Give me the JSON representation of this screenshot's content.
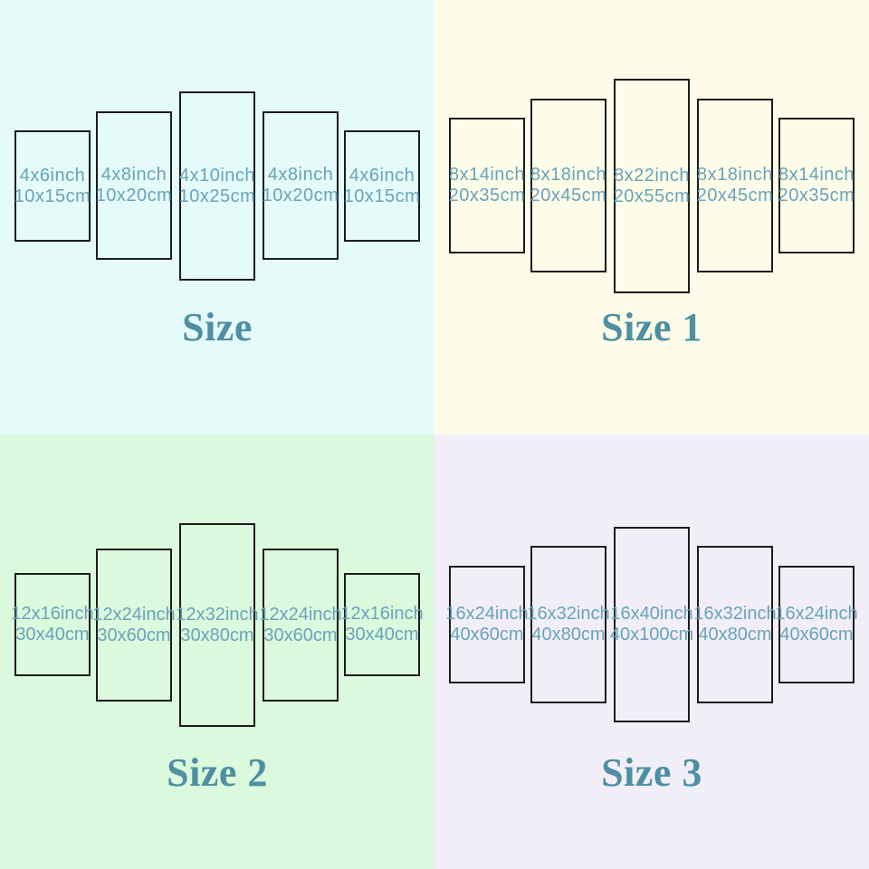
{
  "quadrants": [
    {
      "title": "Size",
      "bg": "#e4fbf9",
      "panels": [
        {
          "line1": "4x6inch",
          "line2": "10x15cm"
        },
        {
          "line1": "4x8inch",
          "line2": "10x20cm"
        },
        {
          "line1": "4x10inch",
          "line2": "10x25cm"
        },
        {
          "line1": "4x8inch",
          "line2": "10x20cm"
        },
        {
          "line1": "4x6inch",
          "line2": "10x15cm"
        }
      ]
    },
    {
      "title": "Size 1",
      "bg": "#fcfce8",
      "panels": [
        {
          "line1": "8x14inch",
          "line2": "20x35cm"
        },
        {
          "line1": "8x18inch",
          "line2": "20x45cm"
        },
        {
          "line1": "8x22inch",
          "line2": "20x55cm"
        },
        {
          "line1": "8x18inch",
          "line2": "20x45cm"
        },
        {
          "line1": "8x14inch",
          "line2": "20x35cm"
        }
      ]
    },
    {
      "title": "Size 2",
      "bg": "#dbf9dc",
      "panels": [
        {
          "line1": "12x16inch",
          "line2": "30x40cm"
        },
        {
          "line1": "12x24inch",
          "line2": "30x60cm"
        },
        {
          "line1": "12x32inch",
          "line2": "30x80cm"
        },
        {
          "line1": "12x24inch",
          "line2": "30x60cm"
        },
        {
          "line1": "12x16inch",
          "line2": "30x40cm"
        }
      ]
    },
    {
      "title": "Size 3",
      "bg": "#f1eef8",
      "panels": [
        {
          "line1": "16x24inch",
          "line2": "40x60cm"
        },
        {
          "line1": "16x32inch",
          "line2": "40x80cm"
        },
        {
          "line1": "16x40inch",
          "line2": "40x100cm"
        },
        {
          "line1": "16x32inch",
          "line2": "40x80cm"
        },
        {
          "line1": "16x24inch",
          "line2": "40x60cm"
        }
      ]
    }
  ],
  "colors": {
    "panel_border": "#1c1c1c",
    "panel_text": "#68a3ba",
    "title_text": "#4e8fa2"
  }
}
